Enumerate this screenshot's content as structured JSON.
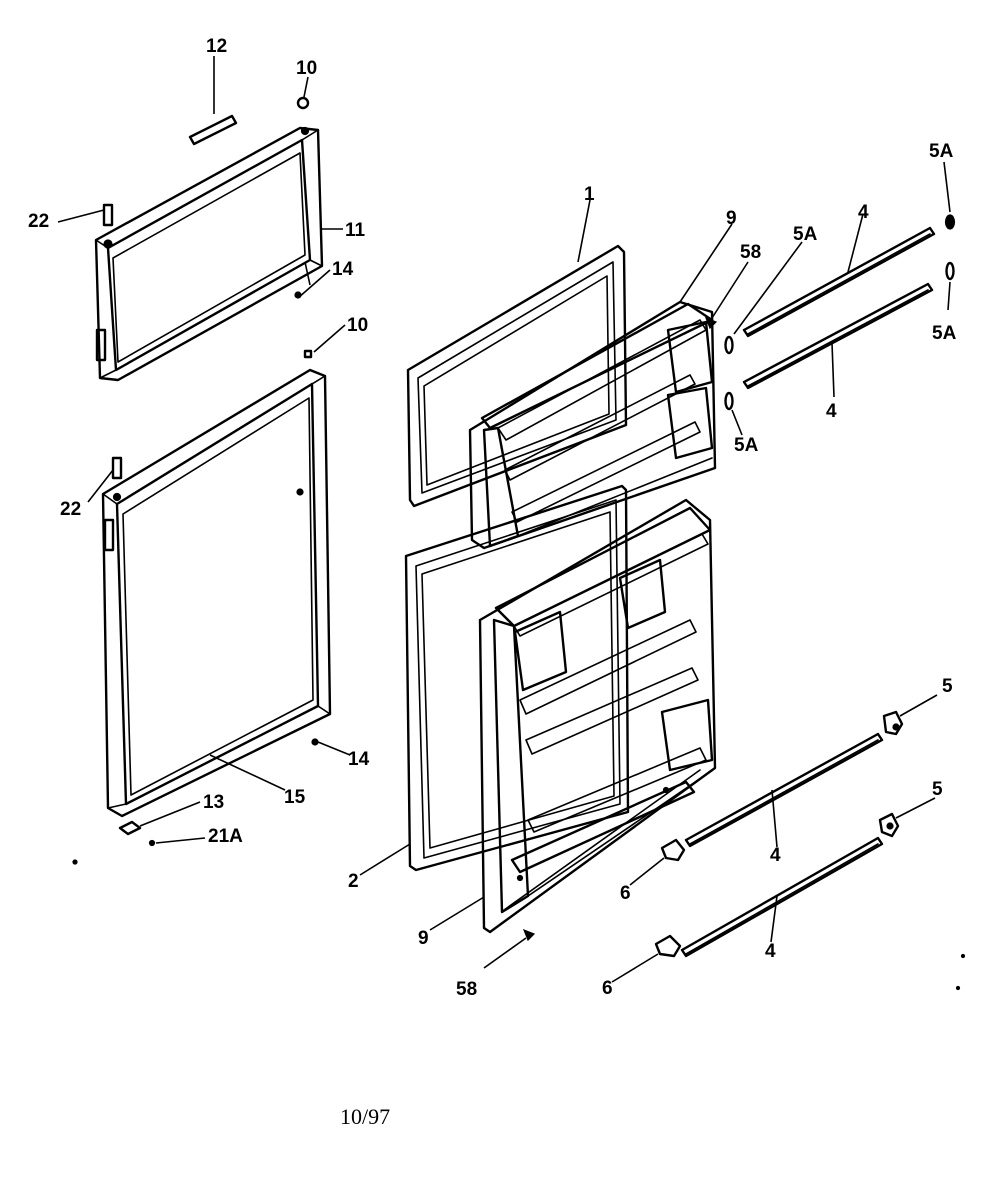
{
  "callouts": {
    "c12": "12",
    "c10a": "10",
    "c22a": "22",
    "c11": "11",
    "c14a": "14",
    "c10b": "10",
    "c22b": "22",
    "c14b": "14",
    "c15": "15",
    "c13": "13",
    "c21a": "21A",
    "c1": "1",
    "c9a": "9",
    "c58a": "58",
    "c5a_1": "5A",
    "c4a": "4",
    "c5a_2": "5A",
    "c5a_3": "5A",
    "c4b": "4",
    "c5a_4": "5A",
    "c5a": "5",
    "c5b": "5",
    "c4c": "4",
    "c6a": "6",
    "c2": "2",
    "c9b": "9",
    "c58b": "58",
    "c4d": "4",
    "c6b": "6"
  },
  "date_code": "10/97",
  "colors": {
    "ink": "#000000",
    "paper": "#ffffff"
  }
}
